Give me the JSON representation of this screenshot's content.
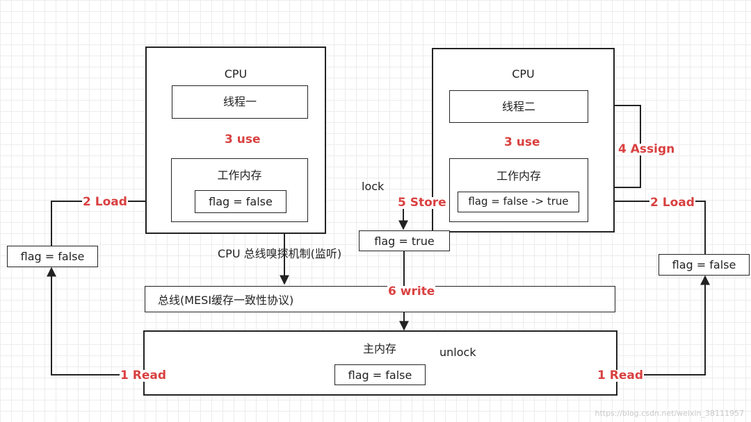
{
  "cpu_left": {
    "title": "CPU",
    "thread": "线程一",
    "work_memory": "工作内存",
    "flag": "flag = false",
    "step_use": "3 use"
  },
  "cpu_right": {
    "title": "CPU",
    "thread": "线程二",
    "work_memory": "工作内存",
    "flag": "flag = false -> true",
    "step_use": "3 use",
    "step_assign": "4 Assign"
  },
  "left_flag": "flag = false",
  "right_flag": "flag = false",
  "left_load": "2 Load",
  "right_load": "2 Load",
  "lock_label": "lock",
  "store_label": "5 Store",
  "store_flag": "flag = true",
  "snoop_label": "CPU 总线嗅探机制(监听)",
  "write_label": "6 write",
  "bus_label": "总线(MESI缓存一致性协议)",
  "main_memory": {
    "title": "主内存",
    "unlock": "unlock",
    "flag": "flag = false",
    "read_left": "1 Read",
    "read_right": "1 Read"
  },
  "watermark": "https://blog.csdn.net/weixin_38111957",
  "colors": {
    "line": "#222222",
    "accent": "#d94040"
  }
}
